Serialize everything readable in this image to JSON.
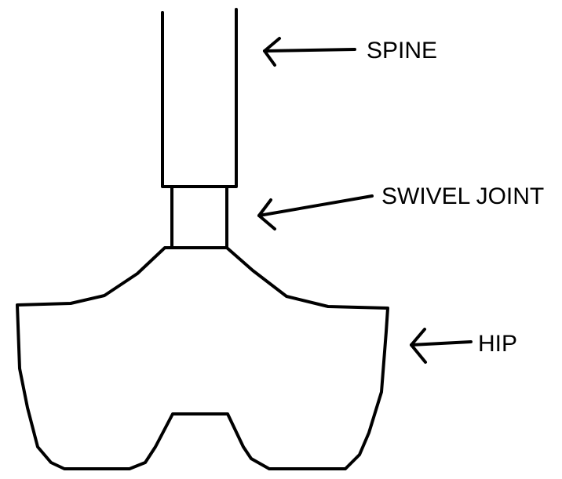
{
  "labels": {
    "spine": "SPINE",
    "swivel_joint": "SWIVEL JOINT",
    "hip": "HIP"
  },
  "colors": {
    "stroke": "#000000",
    "background": "#ffffff"
  }
}
